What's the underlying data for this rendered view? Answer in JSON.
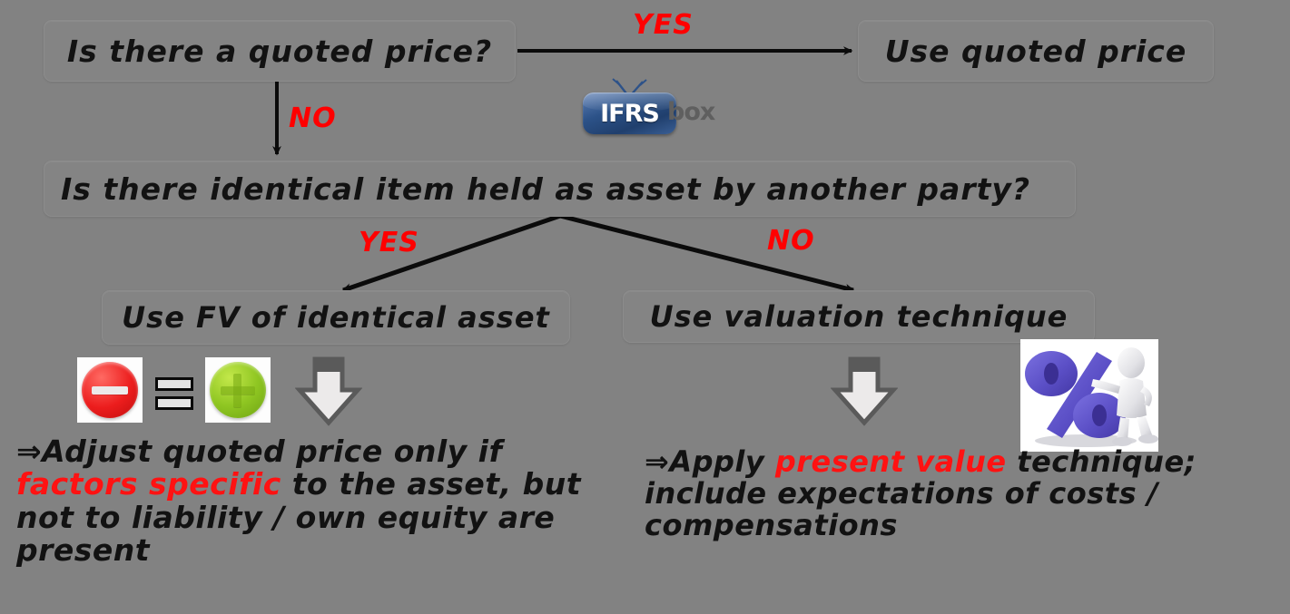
{
  "meta": {
    "background_color": "#828282",
    "accent_red": "#ff0000",
    "text_color": "#121212",
    "title": "Fair value measurement decision flowchart"
  },
  "logo": {
    "name": "IFRSbox",
    "mark_text": "IFRS",
    "word_text": "box",
    "mark_color": "#2c5288",
    "word_color": "#5f5f5f"
  },
  "nodes": {
    "quoted_price_question": "Is there a quoted price?",
    "use_quoted_price": "Use quoted price",
    "identical_item_question": "Is there identical item held as asset by another party?",
    "use_fv_identical": "Use FV of identical asset",
    "use_valuation_technique": "Use valuation technique"
  },
  "edge_labels": {
    "yes_top": "YES",
    "no_top": "NO",
    "yes_mid": "YES",
    "no_mid": "NO"
  },
  "icons": {
    "minus": "red-minus-circle-icon",
    "equals": "equals-sign-icon",
    "plus": "green-plus-circle-icon",
    "down_left": "down-arrow-icon",
    "down_right": "down-arrow-icon",
    "percent": "percent-sign-figure-image",
    "minus_color": "#ec1d1d",
    "plus_color": "#8fc622",
    "percent_color": "#5a4fc4"
  },
  "conclusions": {
    "left": {
      "prefix": "⇒",
      "part1": "Adjust quoted price only if ",
      "highlight": "factors specific",
      "part2": " to the asset, but not to liability / own equity are present"
    },
    "right": {
      "prefix": "⇒",
      "part1": "Apply ",
      "highlight": "present value",
      "part2": " technique; include expectations of costs / compensations"
    }
  }
}
